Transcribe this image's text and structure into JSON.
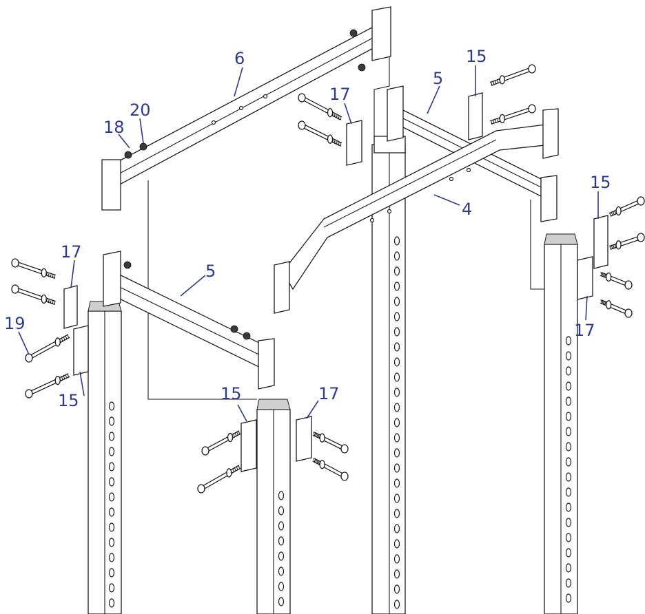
{
  "callouts": {
    "part_6": "6",
    "part_20": "20",
    "part_18": "18",
    "part_17_left_top": "17",
    "part_17_center_top": "17",
    "part_17_right": "17",
    "part_17_lower": "17",
    "part_15_top": "15",
    "part_15_right": "15",
    "part_15_left": "15",
    "part_15_lower": "15",
    "part_5_top": "5",
    "part_5_left": "5",
    "part_4": "4",
    "part_19": "19"
  },
  "colors": {
    "callout": "#2e3a8c",
    "line": "#1a1a1a"
  }
}
